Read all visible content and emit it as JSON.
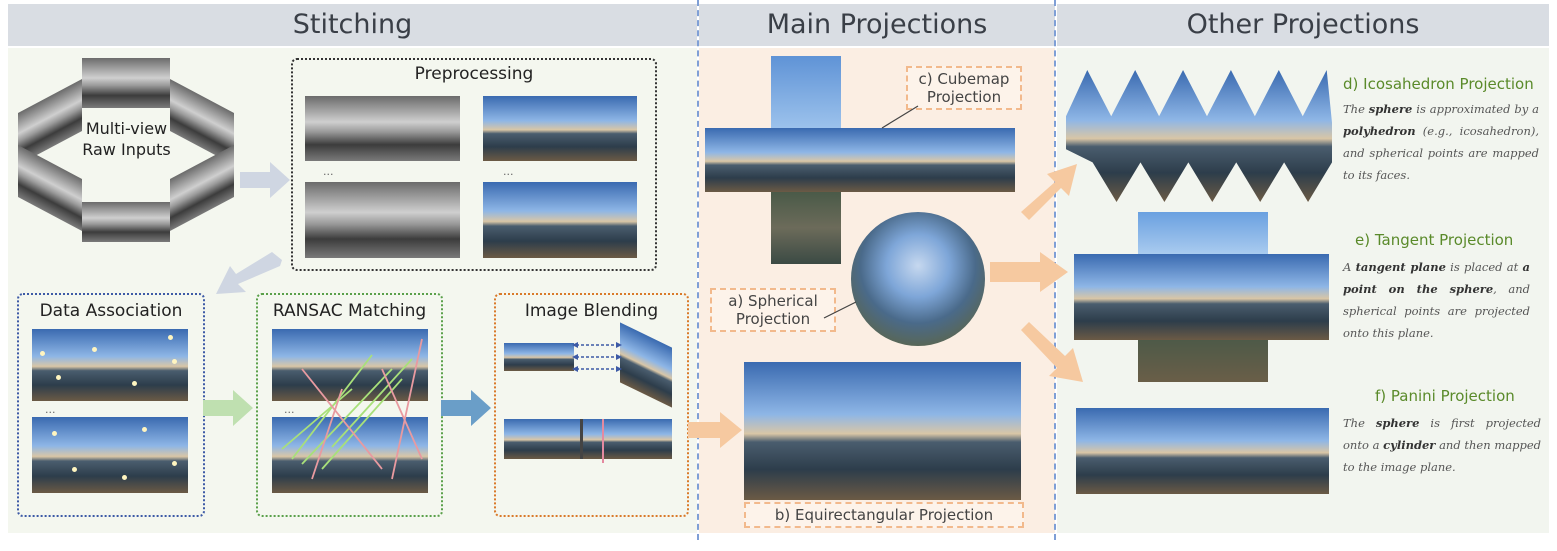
{
  "headers": {
    "stitching": "Stitching",
    "main": "Main Projections",
    "other": "Other Projections"
  },
  "stitching": {
    "raw_inputs": "Multi-view\nRaw Inputs",
    "preprocessing": "Preprocessing",
    "data_association": "Data Association",
    "ransac": "RANSAC Matching",
    "blending": "Image Blending",
    "ellipsis": "..."
  },
  "main": {
    "cubemap": "c) Cubemap Projection",
    "spherical": "a) Spherical Projection",
    "equirect": "b) Equirectangular Projection"
  },
  "other": {
    "icosa": {
      "prefix": "d) ",
      "name": "Icosahedron Projection",
      "desc_html": "The <b>sphere</b> is approximated by a <b>polyhedron</b> (e.g., icosahedron), and spherical points are mapped to its faces."
    },
    "tangent": {
      "prefix": "e) ",
      "name": "Tangent Projection",
      "desc_html": "A <b>tangent plane</b> is placed at <b>a point on the sphere</b>, and spherical points are projected onto this plane."
    },
    "panini": {
      "prefix": "f) ",
      "name": "Panini Projection",
      "desc_html": "The <b>sphere</b> is first projected onto a <b>cylinder</b> and then mapped to the image plane."
    }
  },
  "colors": {
    "data_assoc_border": "#3d5aa6",
    "ransac_border": "#5aa04a",
    "blending_border": "#d97a2a",
    "preproc_border": "#333333",
    "arrow_orange": "#f6c9a0",
    "arrow_gray": "#c9d0dc",
    "arrow_green": "#b8dca8",
    "arrow_blue": "#6a9ec8"
  }
}
